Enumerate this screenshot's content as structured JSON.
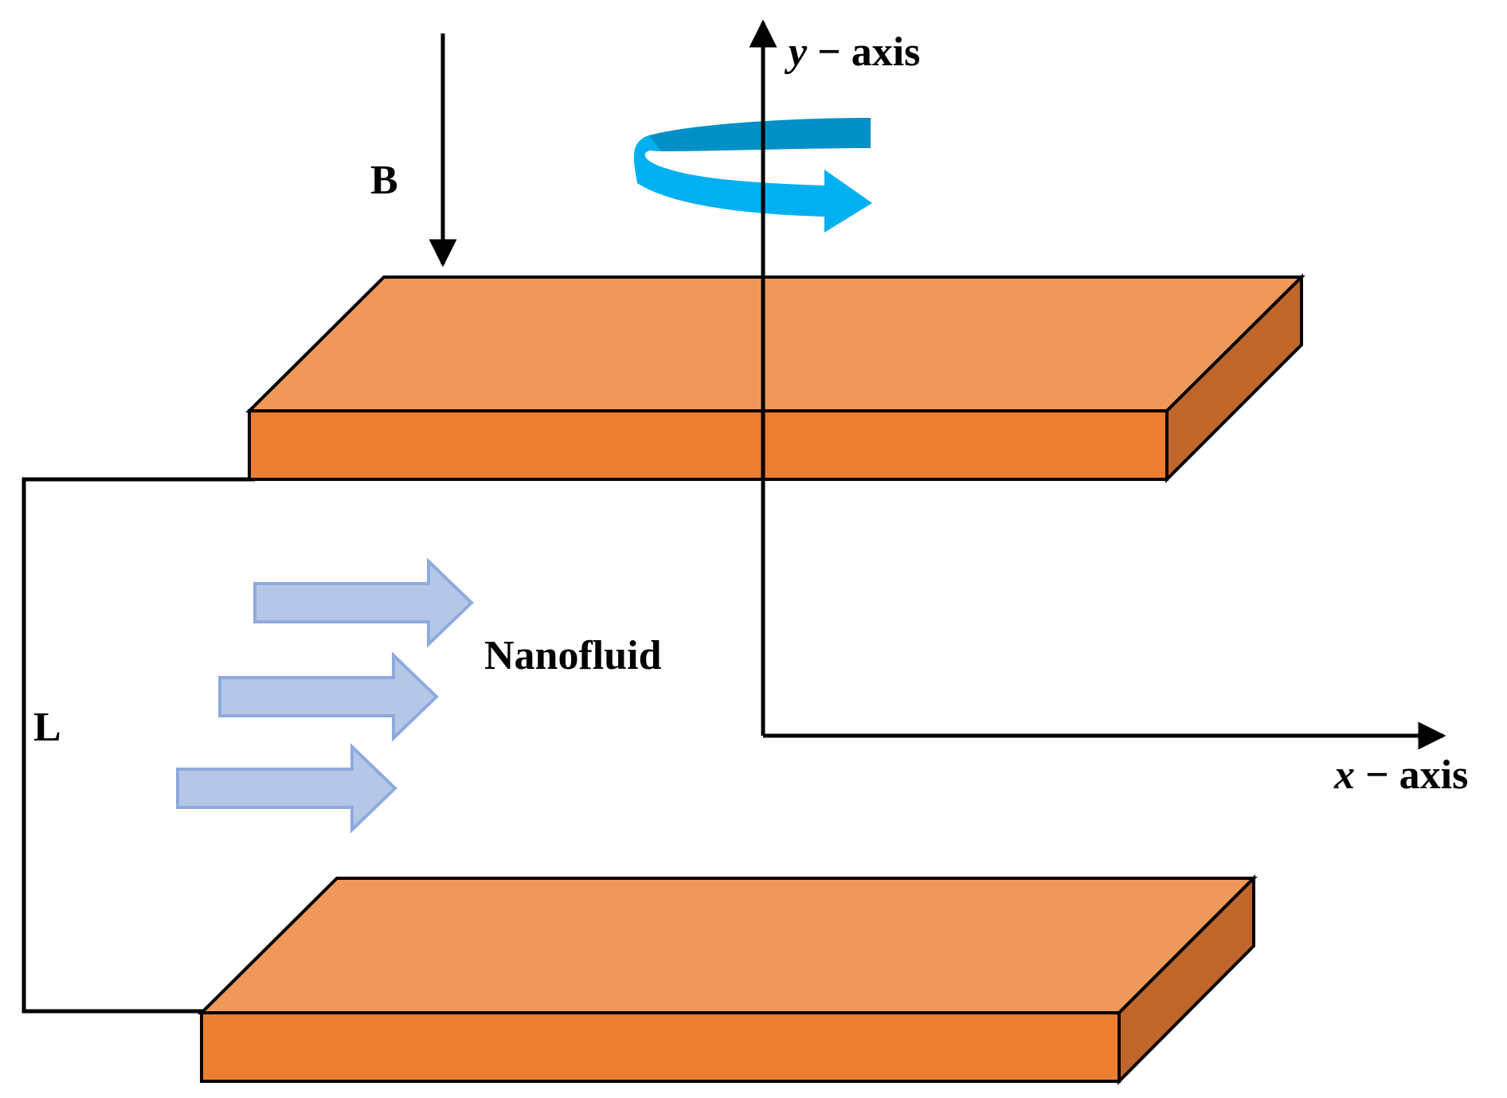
{
  "labels": {
    "magnetic_field": "B",
    "distance": "L",
    "fluid": "Nanofluid",
    "y_axis_var": "y",
    "y_axis_rest": " − axis",
    "x_axis_var": "x",
    "x_axis_rest": " − axis"
  },
  "colors": {
    "plate_top": "#F0985A",
    "plate_front": "#ED7D31",
    "plate_side": "#C0662A",
    "flow_arrow_fill": "#B4C7E7",
    "flow_arrow_stroke": "#8FAADC",
    "rotation_light": "#00B0F0",
    "rotation_dark": "#0090C8",
    "line": "#000000"
  },
  "icons": {
    "rotation": "rotation-arrow-icon",
    "flow": "flow-arrow-icon"
  }
}
